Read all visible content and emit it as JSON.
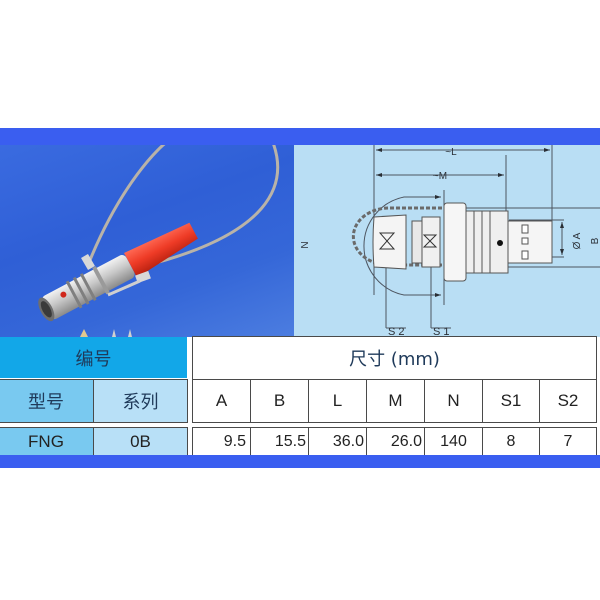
{
  "colors": {
    "band_blue": "#3a5ef0",
    "header_blue": "#12a7e8",
    "model_cell_blue": "#79c9f0",
    "series_cell_blue": "#b8e0f7",
    "diagram_bg": "#b9def4",
    "cap_red": "#ee3b26"
  },
  "photo": {
    "subject": "Circular push-pull connector plug with red boot and lanyard-tethered cap"
  },
  "diagram": {
    "labels": {
      "L": "~L",
      "M": "~M",
      "N": "N",
      "A": "Ø A",
      "S1": "S 1",
      "S2": "S 2",
      "B_partial": "B"
    }
  },
  "table": {
    "left_header": "编号",
    "right_header": "尺寸 (mm)",
    "left_columns": [
      "型号",
      "系列"
    ],
    "dim_columns": [
      "A",
      "B",
      "L",
      "M",
      "N",
      "S1",
      "S2"
    ],
    "rows": [
      {
        "model": "FNG",
        "series": "0B",
        "values": [
          "9.5",
          "15.5",
          "36.0",
          "26.0",
          "140",
          "8",
          "7"
        ]
      }
    ]
  }
}
